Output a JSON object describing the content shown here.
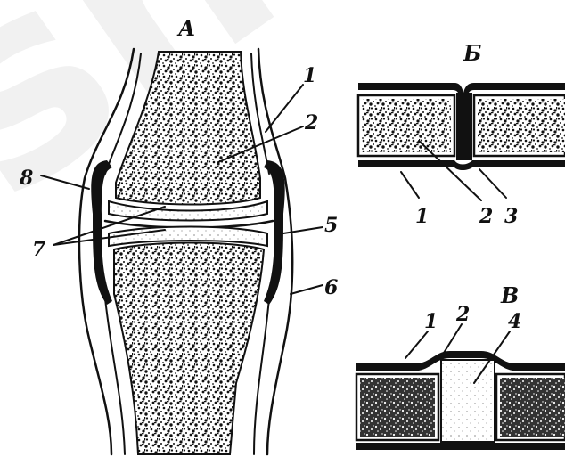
{
  "panels": {
    "a": {
      "letter": "А",
      "labels": [
        "1",
        "2",
        "5",
        "6",
        "7",
        "8"
      ]
    },
    "b": {
      "letter": "Б",
      "labels": [
        "1",
        "2",
        "3"
      ]
    },
    "c": {
      "letter": "В",
      "labels": [
        "1",
        "2",
        "4"
      ]
    }
  },
  "watermark": {
    "text": "sh",
    "color": "#f3f3f3"
  },
  "colors": {
    "ink": "#111111",
    "paper": "#ffffff"
  }
}
